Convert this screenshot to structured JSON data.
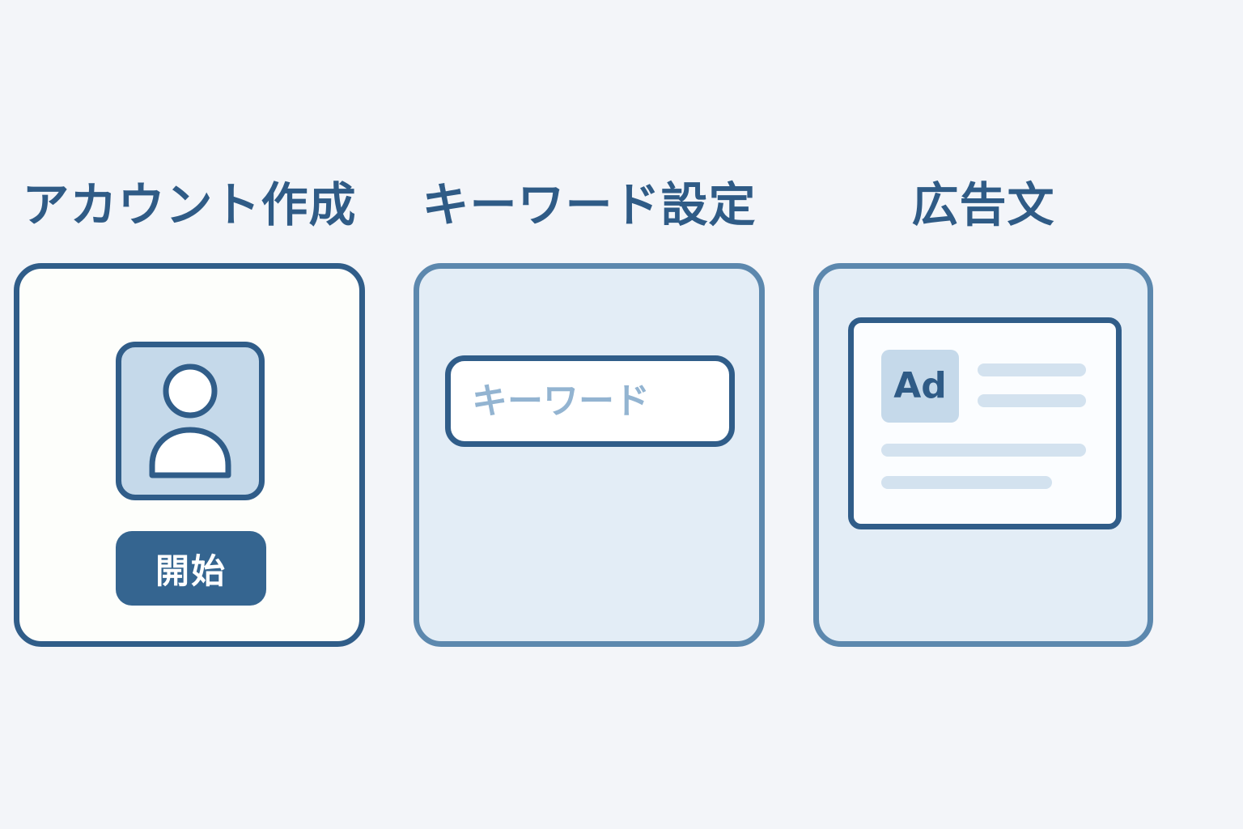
{
  "steps": [
    {
      "title": "アカウント作成"
    },
    {
      "title": "キーワード設定"
    },
    {
      "title": "広告文"
    }
  ],
  "account": {
    "avatar_icon": "user-avatar-icon",
    "start_button_label": "開始"
  },
  "keyword": {
    "input_placeholder": "キーワード",
    "input_value": ""
  },
  "ad": {
    "badge_label": "Ad"
  },
  "colors": {
    "background": "#f3f5f9",
    "primary": "#305d89",
    "border_light": "#5c88ae",
    "panel_fill": "#e3edf6",
    "accent_light": "#c5d9ea",
    "placeholder_text": "#93b4d1"
  }
}
